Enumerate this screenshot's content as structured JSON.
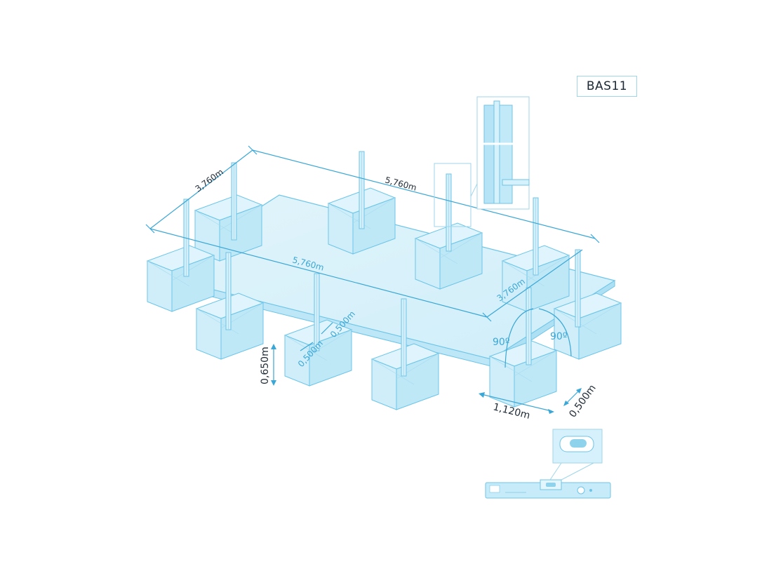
{
  "code_label": "BAS11",
  "dimensions": {
    "top_length": "5,760m",
    "top_width": "3,760m",
    "mid_length": "5,760m",
    "right_width": "3,760m",
    "height": "0,650m",
    "footing_a": "0,500m",
    "footing_b": "0,500m",
    "bottom_length": "1,120m",
    "bottom_width": "0,500m"
  },
  "angles": {
    "left": "90º",
    "right": "90º"
  },
  "colors": {
    "outline": "#6cc5e8",
    "fill": "#d9f1fb",
    "dimension": "#3aa7d6",
    "text": "#1f2b36"
  },
  "icons": [
    "steel-profile-detail",
    "spirit-level-tool",
    "level-bubble-zoom"
  ]
}
